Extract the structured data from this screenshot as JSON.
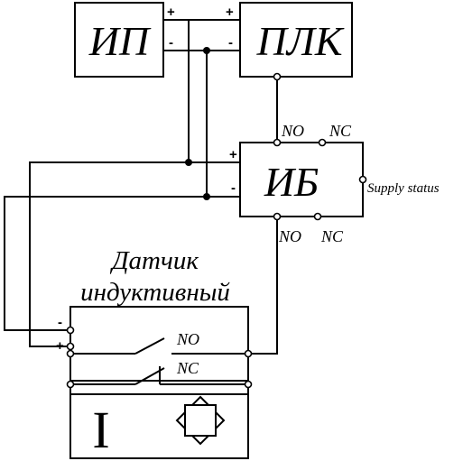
{
  "blocks": {
    "power_supply": "ИП",
    "plc": "ПЛК",
    "interface": "ИБ",
    "sensor_title_line1": "Датчик",
    "sensor_title_line2": "индуктивный"
  },
  "signs": {
    "plus": "+",
    "minus": "-"
  },
  "contacts": {
    "no": "NO",
    "nc": "NC",
    "supply_status": "Supply status"
  },
  "sensor_symbol": "I"
}
